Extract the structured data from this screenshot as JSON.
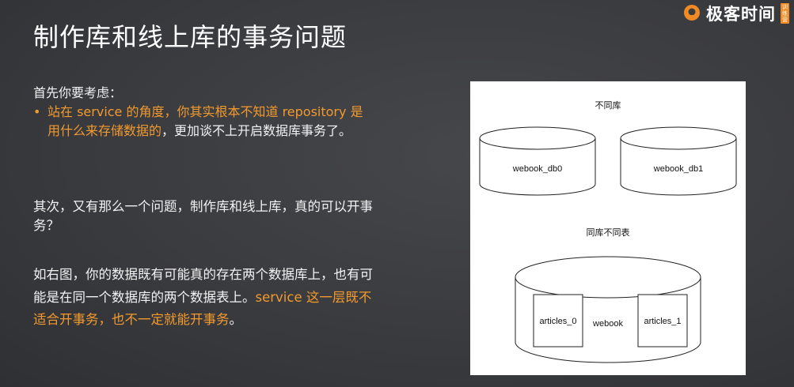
{
  "slide": {
    "title": "制作库和线上库的事务问题"
  },
  "logo": {
    "text": "极客时间",
    "badge": "训练营",
    "brand_color": "#f08a24"
  },
  "content": {
    "intro": "首先你要考虑：",
    "bullet": {
      "highlight": "站在 service 的角度，你其实根本不知道 repository 是用什么来存储数据的",
      "rest": "，更加谈不上开启数据库事务了。"
    },
    "paragraph2": "其次，又有那么一个问题，制作库和线上库，真的可以开事务？",
    "paragraph3": {
      "normal": "如右图，你的数据既有可能真的存在两个数据库上，也有可能是在同一个数据库的两个数据表上。",
      "highlight": "service 这一层既不适合开事务，也不一定就能开事务",
      "end": "。"
    }
  },
  "diagram": {
    "top_label": "不同库",
    "db_left": "webook_db0",
    "db_right": "webook_db1",
    "bottom_label": "同库不同表",
    "db_bottom": "webook",
    "table_left": "articles_0",
    "table_right": "articles_1"
  },
  "colors": {
    "accent": "#f29a2e",
    "text": "#f2f2f2",
    "background": "#3a3b3f"
  }
}
